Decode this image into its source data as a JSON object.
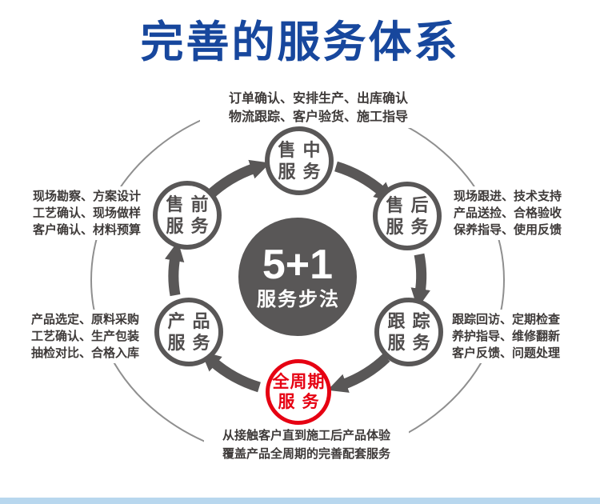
{
  "title": "完善的服务体系",
  "center": {
    "line1": "5+1",
    "line2": "服务步法"
  },
  "nodes": [
    {
      "id": "mid-sale",
      "line1": "售中",
      "line2": "服务"
    },
    {
      "id": "pre-sale",
      "line1": "售前",
      "line2": "服务"
    },
    {
      "id": "after-sale",
      "line1": "售后",
      "line2": "服务"
    },
    {
      "id": "product",
      "line1": "产品",
      "line2": "服务"
    },
    {
      "id": "tracking",
      "line1": "跟踪",
      "line2": "服务"
    },
    {
      "id": "full-cycle",
      "line1": "全周期",
      "line2": "服务"
    }
  ],
  "annotations": {
    "top": [
      "订单确认、安排生产、出库确认",
      "物流跟踪、客户验货、施工指导"
    ],
    "left_upper": [
      "现场勘察、方案设计",
      "工艺确认、现场做样",
      "客户确认、材料预算"
    ],
    "right_upper": [
      "现场跟进、技术支持",
      "产品送捡、合格验收",
      "保养指导、使用反馈"
    ],
    "left_lower": [
      "产品选定、原料采购",
      "工艺确认、生产包装",
      "抽检对比、合格入库"
    ],
    "right_lower": [
      "跟踪回访、定期检查",
      "养护指导、维修翻新",
      "客户反馈、问题处理"
    ],
    "bottom": [
      "从接触客户直到施工后产品体验",
      "覆盖产品全周期的完善配套服务"
    ]
  },
  "colors": {
    "title_blue": "#17479d",
    "node_gray": "#595757",
    "accent_red": "#e60012",
    "annotation_text": "#3e3a39",
    "orbit_gray": "#8f8f8f",
    "footer_bar_blue": "#b8d7ee"
  }
}
